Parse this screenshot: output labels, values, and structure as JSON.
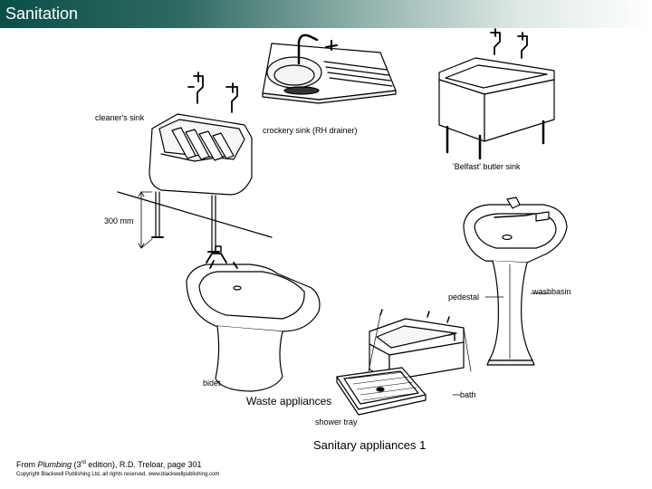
{
  "header": {
    "title": "Sanitation"
  },
  "labels": {
    "cleaners_sink": "cleaner's sink",
    "crockery_sink": "crockery sink (RH drainer)",
    "belfast_sink": "'Belfast' butler sink",
    "dimension": "300 mm",
    "pedestal": "pedestal",
    "washbasin": "washbasin",
    "bidet": "bidet",
    "bath": "bath",
    "waste_appliances": "Waste appliances",
    "shower_tray": "shower tray"
  },
  "caption": "Sanitary appliances 1",
  "source": {
    "prefix": "From ",
    "book": "Plumbing",
    "edition_open": " (3",
    "edition_sup": "rd",
    "edition_close": " edition), R.D. Treloar, page 301"
  },
  "copyright": "Copyright Blackwell Publishing Ltd, all rights reserved. www.blackwellpublishing.com"
}
